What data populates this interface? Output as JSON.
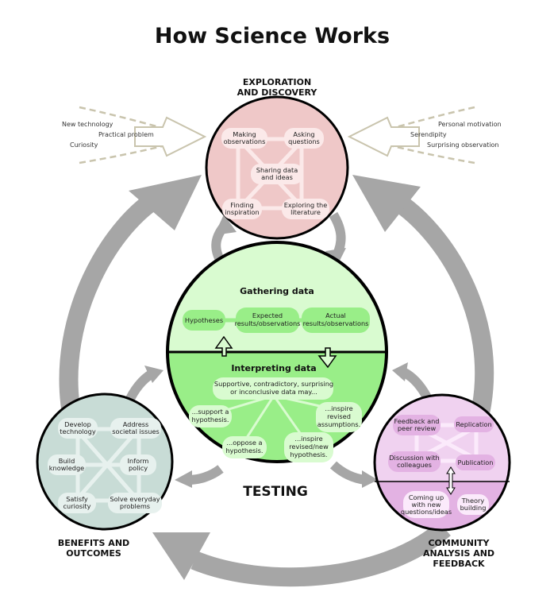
{
  "title": "How Science Works",
  "exploration": {
    "label_line1": "EXPLORATION",
    "label_line2": "AND DISCOVERY",
    "nodes": {
      "making": [
        "Making",
        "observations"
      ],
      "asking": [
        "Asking",
        "questions"
      ],
      "sharing": [
        "Sharing data",
        "and ideas"
      ],
      "finding": [
        "Finding",
        "inspiration"
      ],
      "exploring": [
        "Exploring the",
        "literature"
      ]
    }
  },
  "inputs_left": [
    "New technology",
    "Practical problem",
    "Curiosity"
  ],
  "inputs_right": [
    "Personal motivation",
    "Serendipity",
    "Surprising observation"
  ],
  "testing": {
    "label": "TESTING",
    "gathering": {
      "title": "Gathering data",
      "hypotheses": "Hypotheses",
      "expected": [
        "Expected",
        "results/observations"
      ],
      "actual": [
        "Actual",
        "results/observations"
      ]
    },
    "interpreting": {
      "title": "Interpreting data",
      "intro": [
        "Supportive, contradictory, surprising",
        "or inconclusive data may..."
      ],
      "support": [
        "...support a",
        "hypothesis."
      ],
      "oppose": [
        "...oppose a",
        "hypothesis."
      ],
      "revised_new": [
        "...inspire",
        "revised/new",
        "hypothesis."
      ],
      "revised_assumptions": [
        "...inspire",
        "revised",
        "assumptions."
      ]
    }
  },
  "benefits": {
    "label_line1": "BENEFITS AND",
    "label_line2": "OUTCOMES",
    "nodes": {
      "develop": [
        "Develop",
        "technology"
      ],
      "address": [
        "Address",
        "societal issues"
      ],
      "build": [
        "Build",
        "knowledge"
      ],
      "inform": [
        "Inform",
        "policy"
      ],
      "satisfy": [
        "Satisfy",
        "curiosity"
      ],
      "solve": [
        "Solve everyday",
        "problems"
      ]
    }
  },
  "community": {
    "label_line1": "COMMUNITY",
    "label_line2": "ANALYSIS AND",
    "label_line3": "FEEDBACK",
    "nodes": {
      "feedback": [
        "Feedback and",
        "peer review"
      ],
      "replication": [
        "Replication"
      ],
      "discussion": [
        "Discussion with",
        "colleagues"
      ],
      "publication": [
        "Publication"
      ],
      "coming": [
        "Coming up",
        "with new",
        "questions/ideas"
      ],
      "theory": [
        "Theory",
        "building"
      ]
    }
  },
  "colors": {
    "exploration_fill": "#efc8c8",
    "testing_top": "#d9fbd0",
    "testing_bottom": "#99ee88",
    "benefits_fill": "#c8dcd6",
    "community_fill": "#f0d2f0",
    "arrow_gray": "#a6a6a6"
  }
}
